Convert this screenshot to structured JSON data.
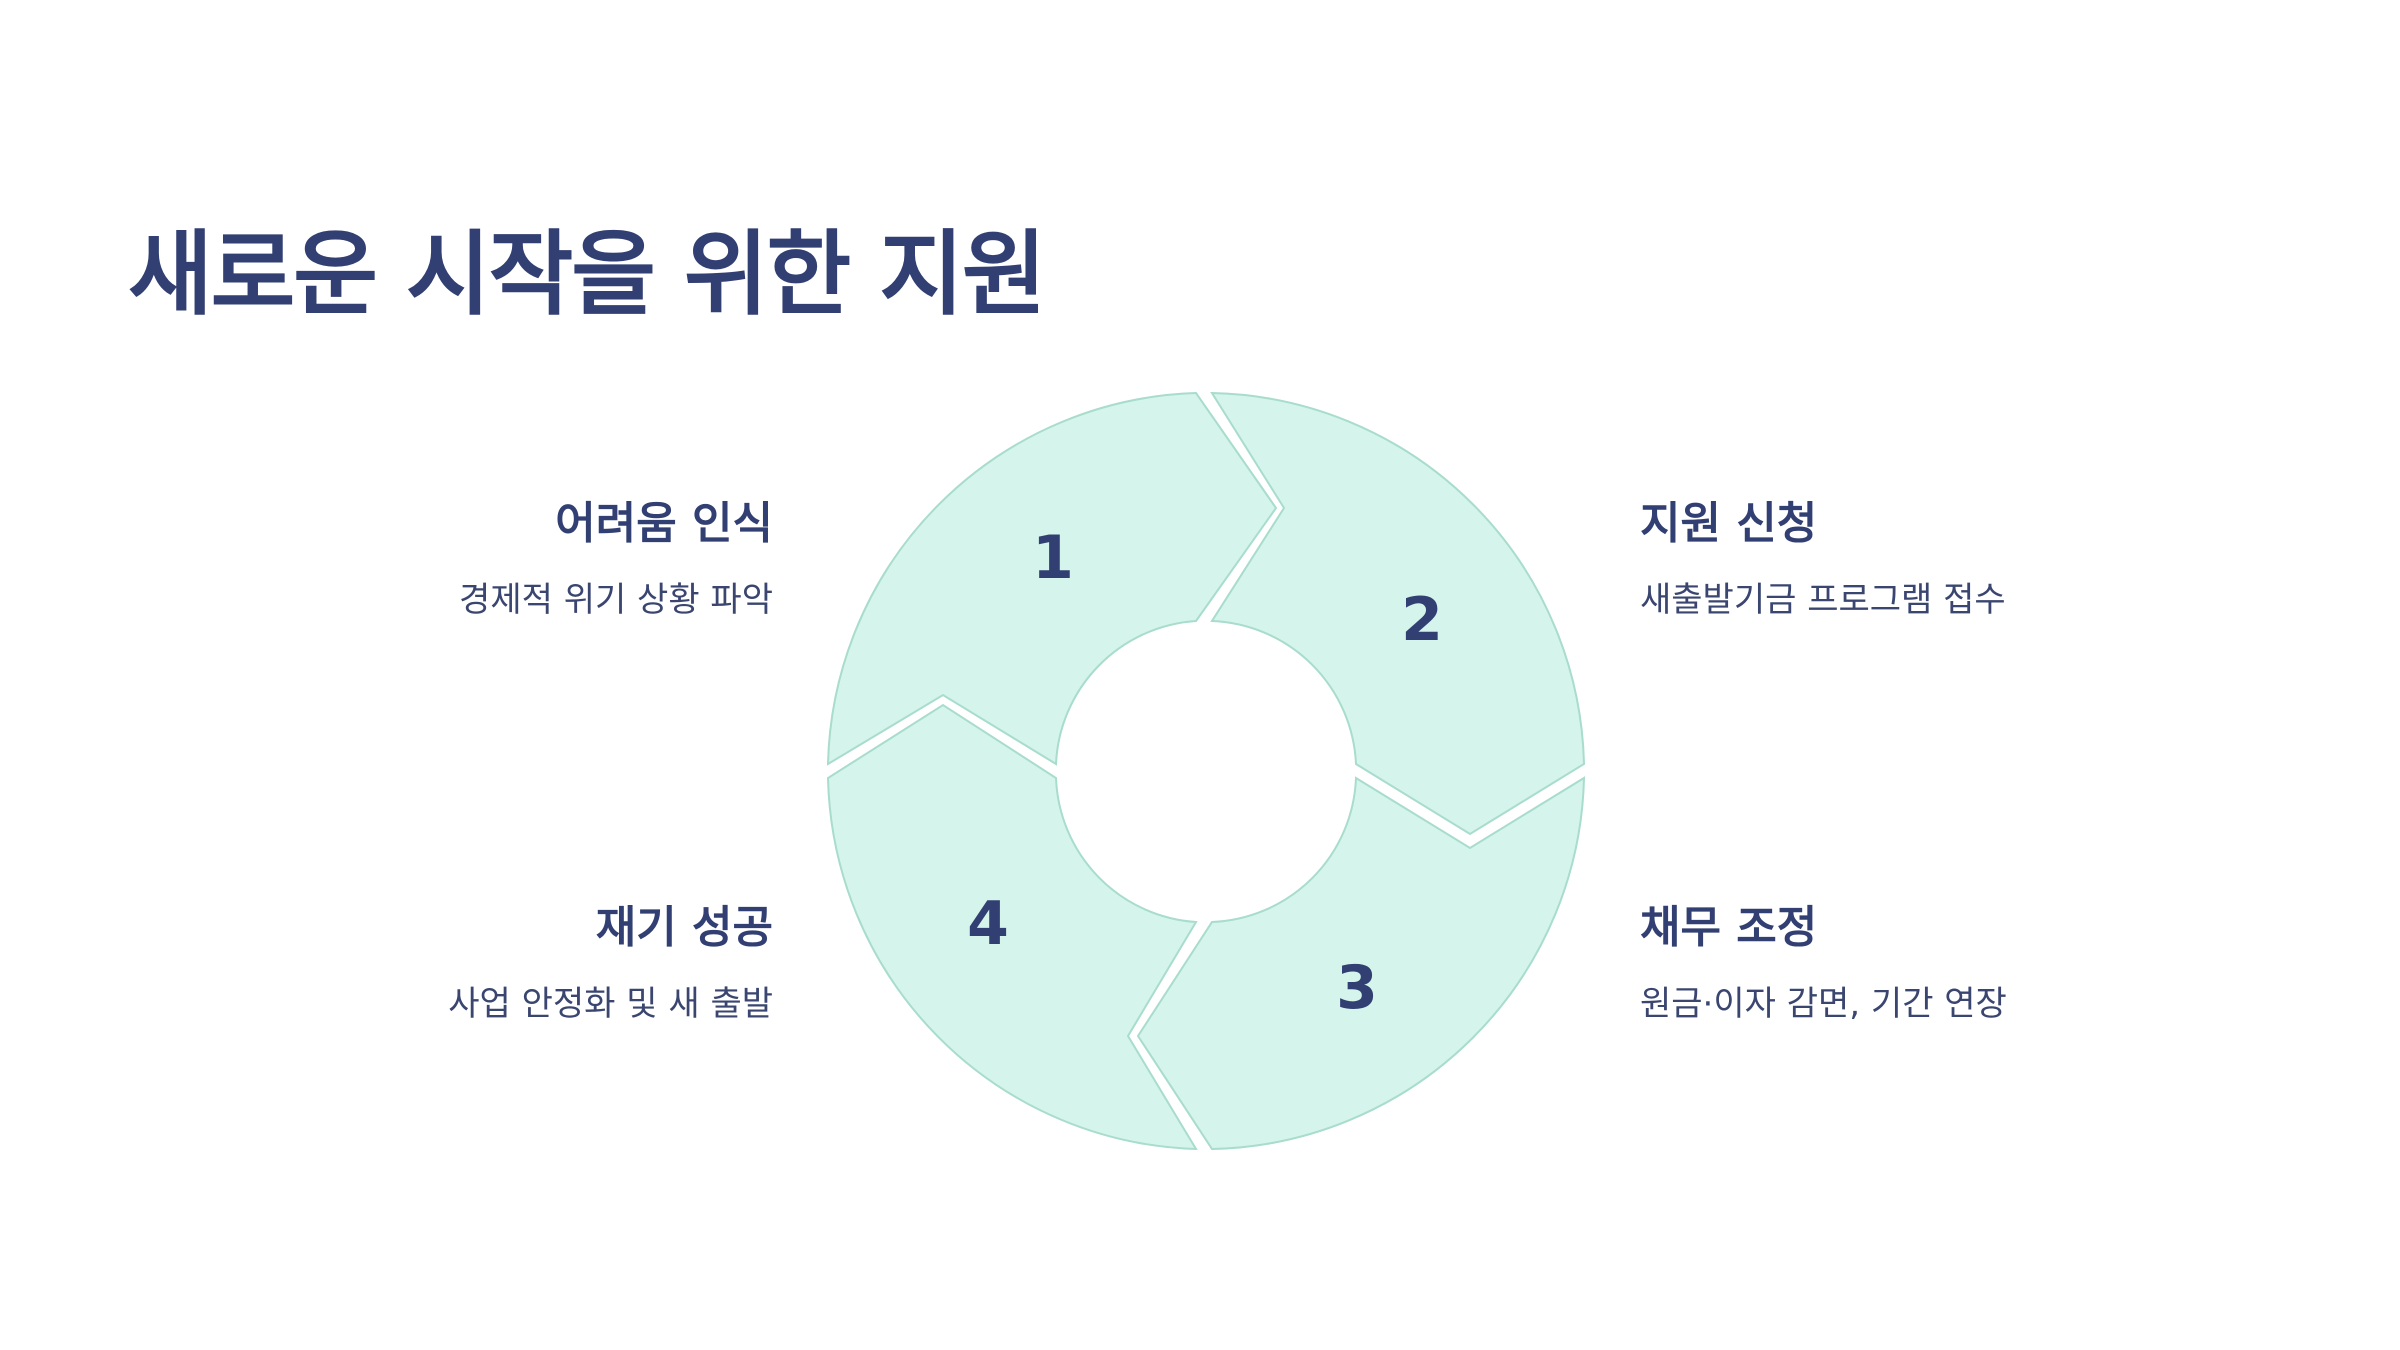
{
  "title": "새로운 시작을 위한 지원",
  "steps": [
    {
      "number": "1",
      "title": "어려움 인식",
      "description": "경제적 위기 상황 파악"
    },
    {
      "number": "2",
      "title": "지원 신청",
      "description": "새출발기금 프로그램 접수"
    },
    {
      "number": "3",
      "title": "채무 조정",
      "description": "원금·이자 감면, 기간 연장"
    },
    {
      "number": "4",
      "title": "재기 성공",
      "description": "사업 안정화 및 새 출발"
    }
  ],
  "colors": {
    "segment_fill": "#d5f4ec",
    "segment_stroke": "#a8dccd",
    "text": "#323f72"
  }
}
